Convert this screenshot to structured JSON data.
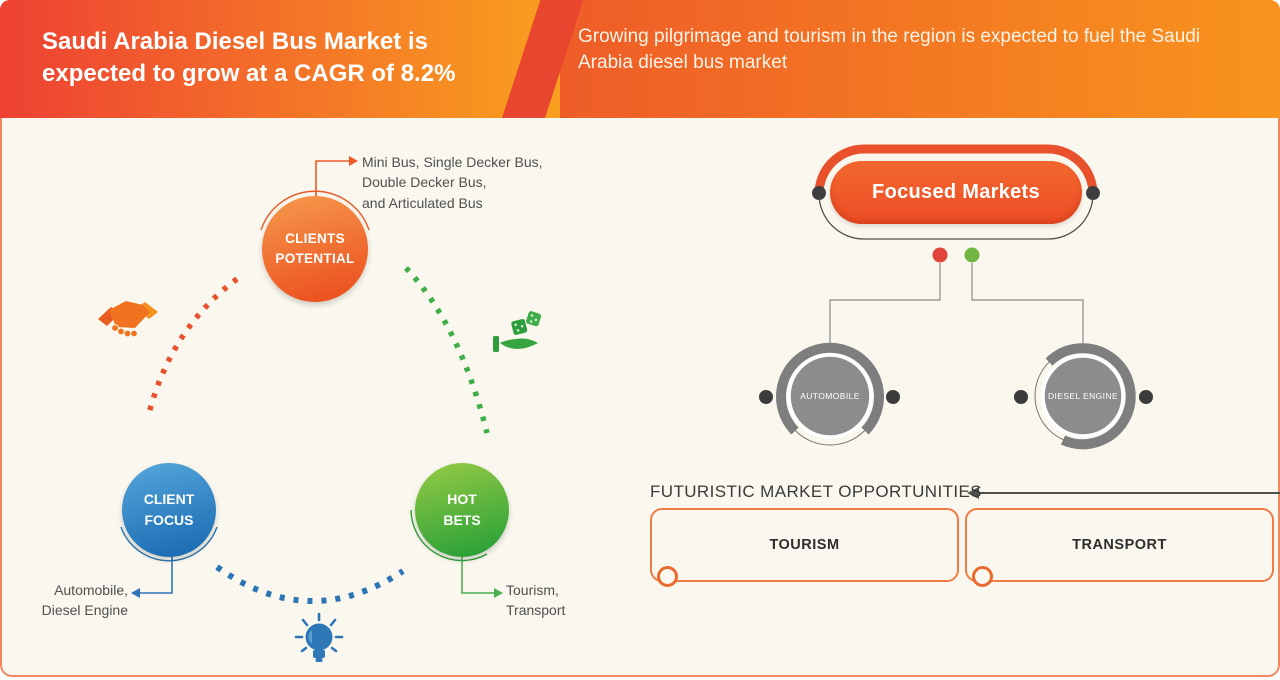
{
  "banner": {
    "headline": "Saudi Arabia Diesel Bus Market is expected to grow at a CAGR of 8.2%",
    "subtext": "Growing pilgrimage and tourism in the region is expected to fuel the Saudi Arabia diesel bus market"
  },
  "cycle": {
    "clients_potential": {
      "label": "CLIENTS\nPOTENTIAL",
      "annotation": "Mini Bus, Single Decker Bus,\nDouble Decker Bus,\nand Articulated Bus"
    },
    "client_focus": {
      "label": "CLIENT\nFOCUS",
      "annotation": "Automobile,\nDiesel Engine"
    },
    "hot_bets": {
      "label": "HOT\nBETS",
      "annotation": "Tourism,\nTransport"
    },
    "icons": [
      "handshake-icon",
      "dice-hand-icon",
      "lightbulb-icon"
    ]
  },
  "focused_markets": {
    "title": "Focused Markets",
    "nodes": [
      {
        "label": "AUTOMOBILE"
      },
      {
        "label": "DIESEL ENGINE"
      }
    ]
  },
  "opportunities": {
    "title": "FUTURISTIC MARKET OPPORTUNITIES",
    "items": [
      {
        "label": "TOURISM"
      },
      {
        "label": "TRANSPORT"
      }
    ]
  },
  "colors": {
    "banner_left_start": "#ee4133",
    "banner_left_end": "#f9a01e",
    "banner_stripe": "#e8462f",
    "banner_right_start": "#ee5b28",
    "banner_right_end": "#f8941d",
    "background": "#faf8ee",
    "frame_border": "#ee8a61",
    "orange_node": "#ec5220",
    "blue_node": "#1d6db4",
    "green_node": "#2da238",
    "arc_orange": "#e8502e",
    "arc_green": "#3fae49",
    "arc_blue": "#2e75b6",
    "capsule_orange": "#ee4e26",
    "gray_node": "#8c8c8c",
    "red_dot": "#e2443b",
    "green_dot": "#72b643"
  }
}
